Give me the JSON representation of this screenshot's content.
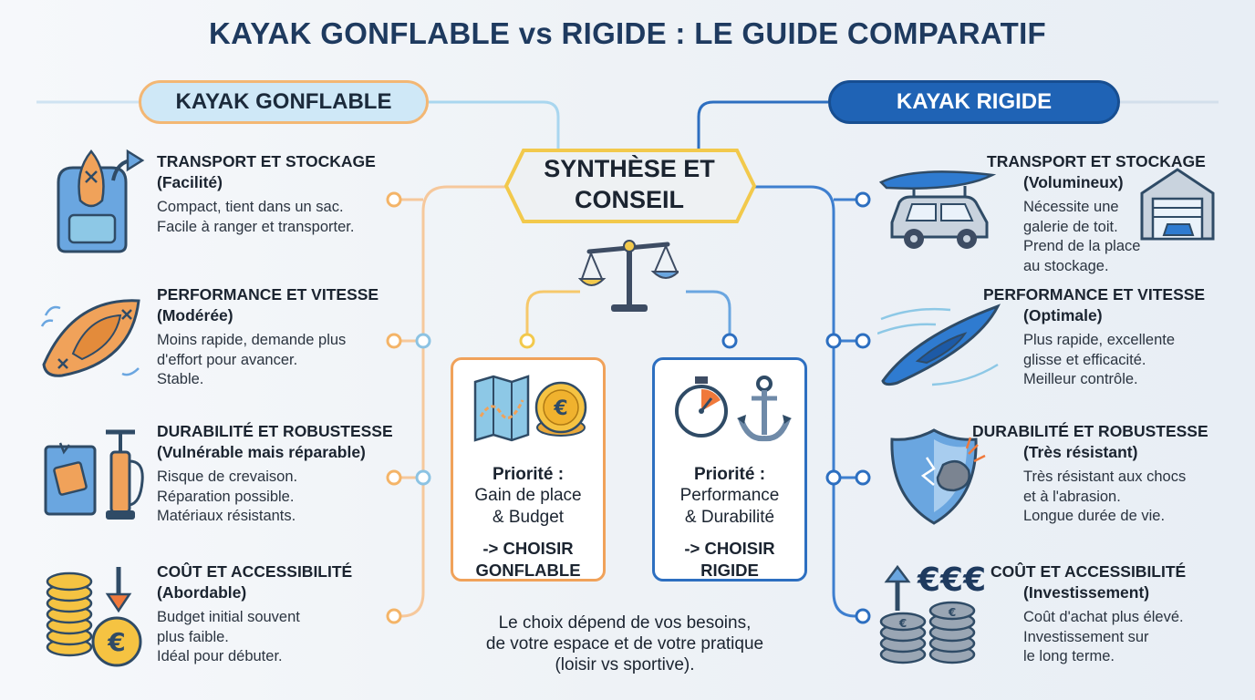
{
  "title": "KAYAK GONFLABLE vs RIGIDE : LE GUIDE COMPARATIF",
  "left": {
    "header": "KAYAK GONFLABLE",
    "features": [
      {
        "title": "TRANSPORT ET STOCKAGE",
        "subtitle": "(Facilité)",
        "lines": [
          "Compact, tient dans un sac.",
          "Facile à ranger et transporter."
        ]
      },
      {
        "title": "PERFORMANCE ET VITESSE",
        "subtitle": "(Modérée)",
        "lines": [
          "Moins rapide, demande plus",
          "d'effort pour avancer.",
          "Stable."
        ]
      },
      {
        "title": "DURABILITÉ ET ROBUSTESSE",
        "subtitle": "(Vulnérable mais réparable)",
        "lines": [
          "Risque de crevaison.",
          "Réparation possible.",
          "Matériaux résistants."
        ]
      },
      {
        "title": "COÛT ET ACCESSIBILITÉ",
        "subtitle": "(Abordable)",
        "lines": [
          "Budget initial souvent",
          "plus faible.",
          "Idéal pour débuter."
        ]
      }
    ]
  },
  "right": {
    "header": "KAYAK RIGIDE",
    "features": [
      {
        "title": "TRANSPORT ET STOCKAGE",
        "subtitle": "(Volumineux)",
        "lines": [
          "Nécessite une",
          "galerie de toit.",
          "Prend de la place",
          "au stockage."
        ]
      },
      {
        "title": "PERFORMANCE ET VITESSE",
        "subtitle": "(Optimale)",
        "lines": [
          "Plus rapide, excellente",
          "glisse et efficacité.",
          "Meilleur contrôle."
        ]
      },
      {
        "title": "DURABILITÉ ET ROBUSTESSE",
        "subtitle": "(Très résistant)",
        "lines": [
          "Très résistant aux chocs",
          "et à l'abrasion.",
          "Longue durée de vie."
        ]
      },
      {
        "title": "COÛT ET ACCESSIBILITÉ",
        "subtitle": "(Investissement)",
        "lines": [
          "Coût d'achat plus élevé.",
          "Investissement sur",
          "le long terme."
        ]
      }
    ],
    "euro_symbols": "€€€"
  },
  "center": {
    "synthesis_lines": [
      "SYNTHÈSE ET",
      "CONSEIL"
    ],
    "inflatable_box": {
      "priority": "Priorité :",
      "lines": [
        "Gain de place",
        "& Budget"
      ],
      "choice": [
        "-> CHOISIR",
        "GONFLABLE"
      ]
    },
    "rigid_box": {
      "priority": "Priorité :",
      "lines": [
        "Performance",
        "& Durabilité"
      ],
      "choice": [
        "-> CHOISIR",
        "RIGIDE"
      ]
    },
    "conclusion": [
      "Le choix dépend de vos besoins,",
      "de votre espace et de votre pratique",
      "(loisir vs sportive)."
    ]
  },
  "colors": {
    "orange": "#f0a25a",
    "blue": "#2d6fc0",
    "navy": "#1e3a5f",
    "light_blue": "#cfe8f7",
    "gold": "#f2c94c"
  }
}
